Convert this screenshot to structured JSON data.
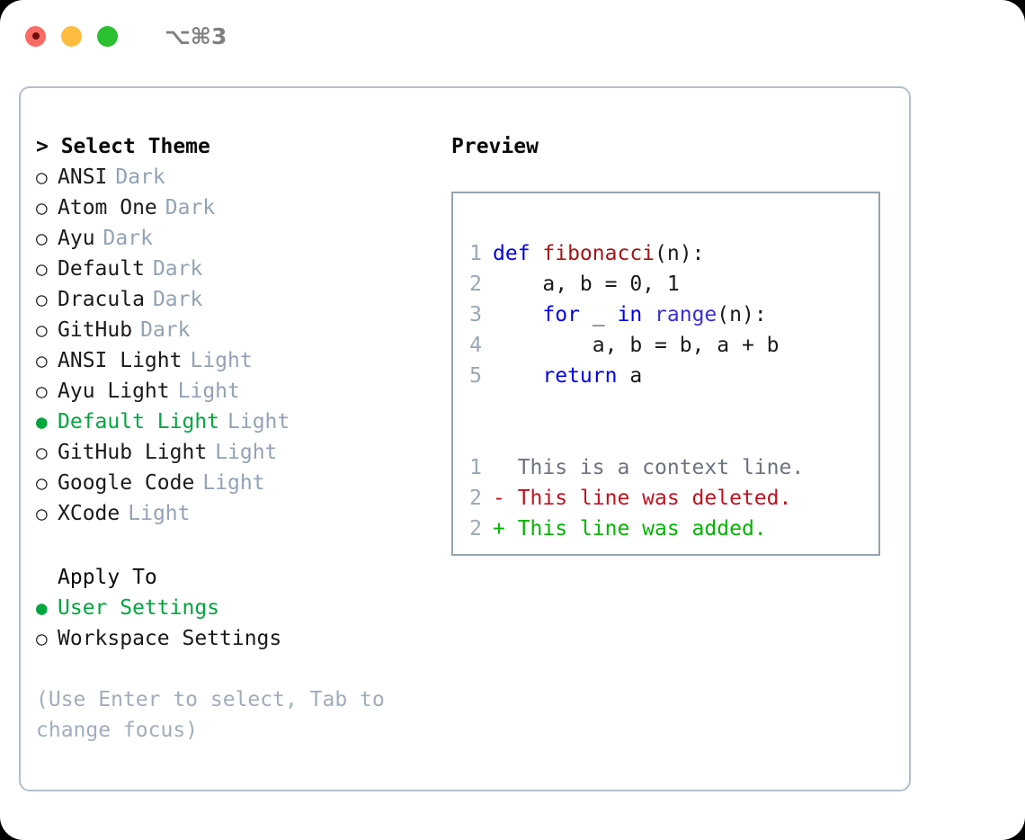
{
  "window": {
    "title": "⌥⌘3",
    "traffic_lights": [
      {
        "name": "close-button",
        "color": "#fb6a64"
      },
      {
        "name": "minimize-button",
        "color": "#fdbc40"
      },
      {
        "name": "maximize-button",
        "color": "#2ac030"
      }
    ]
  },
  "theme_picker": {
    "heading": "Select Theme",
    "caret": "> ",
    "marker_unselected": "○",
    "marker_selected": "●",
    "items": [
      {
        "label": "ANSI",
        "tag": "Dark",
        "selected": false
      },
      {
        "label": "Atom One",
        "tag": "Dark",
        "selected": false
      },
      {
        "label": "Ayu",
        "tag": "Dark",
        "selected": false
      },
      {
        "label": "Default",
        "tag": "Dark",
        "selected": false
      },
      {
        "label": "Dracula",
        "tag": "Dark",
        "selected": false
      },
      {
        "label": "GitHub",
        "tag": "Dark",
        "selected": false
      },
      {
        "label": "ANSI Light",
        "tag": "Light",
        "selected": false
      },
      {
        "label": "Ayu Light",
        "tag": "Light",
        "selected": false
      },
      {
        "label": "Default Light",
        "tag": "Light",
        "selected": true
      },
      {
        "label": "GitHub Light",
        "tag": "Light",
        "selected": false
      },
      {
        "label": "Google Code",
        "tag": "Light",
        "selected": false
      },
      {
        "label": "XCode",
        "tag": "Light",
        "selected": false
      }
    ]
  },
  "apply_to": {
    "heading": "Apply To",
    "items": [
      {
        "label": "User Settings",
        "selected": true
      },
      {
        "label": "Workspace Settings",
        "selected": false
      }
    ]
  },
  "hint": "(Use Enter to select, Tab to change focus)",
  "preview": {
    "heading": "Preview",
    "code_lines": [
      {
        "no": "1",
        "tokens": [
          {
            "t": "def ",
            "c": "kw"
          },
          {
            "t": "fibonacci",
            "c": "fn"
          },
          {
            "t": "(n):",
            "c": "pl"
          }
        ]
      },
      {
        "no": "2",
        "tokens": [
          {
            "t": "    a, b = 0, 1",
            "c": "pl"
          }
        ]
      },
      {
        "no": "3",
        "tokens": [
          {
            "t": "    ",
            "c": "pl"
          },
          {
            "t": "for",
            "c": "kw"
          },
          {
            "t": " _ ",
            "c": "pl"
          },
          {
            "t": "in",
            "c": "kw"
          },
          {
            "t": " ",
            "c": "pl"
          },
          {
            "t": "range",
            "c": "bi"
          },
          {
            "t": "(n):",
            "c": "pl"
          }
        ]
      },
      {
        "no": "4",
        "tokens": [
          {
            "t": "        a, b = b, a + b",
            "c": "pl"
          }
        ]
      },
      {
        "no": "5",
        "tokens": [
          {
            "t": "    ",
            "c": "pl"
          },
          {
            "t": "return",
            "c": "kw"
          },
          {
            "t": " a",
            "c": "pl"
          }
        ]
      }
    ],
    "diff_lines": [
      {
        "no": "1",
        "text": "  This is a context line.",
        "kind": "ctx"
      },
      {
        "no": "2",
        "text": "- This line was deleted.",
        "kind": "del"
      },
      {
        "no": "2",
        "text": "+ This line was added.",
        "kind": "add"
      }
    ]
  },
  "colors": {
    "accent_green": "#00a63e",
    "tag_muted": "#93a2b6",
    "panel_border": "#b5bfcc",
    "preview_border": "#97a3b4",
    "keyword_blue": "#0000e6",
    "function_red": "#a31515",
    "builtin_blue": "#3b2fdb",
    "diff_add_green": "#00b300",
    "diff_del_red": "#c1121f",
    "lineno_gray": "#9aa7b5",
    "hint_gray": "#a0adbe"
  }
}
